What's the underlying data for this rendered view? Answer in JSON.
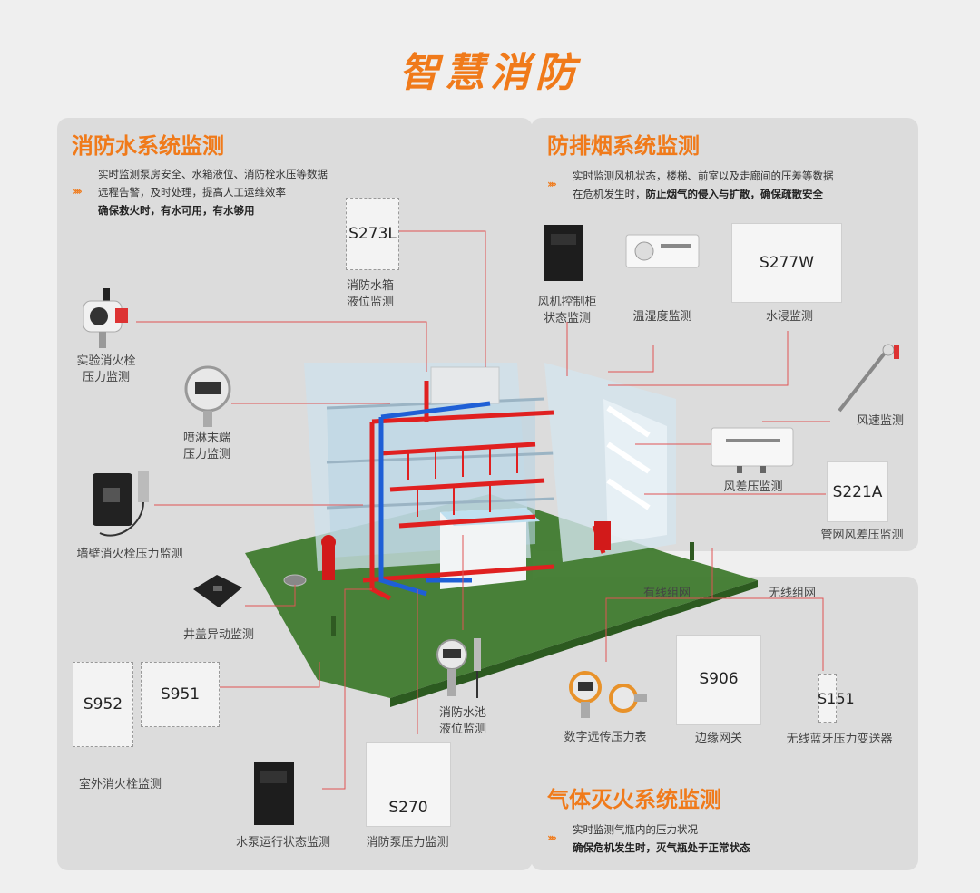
{
  "title": "智慧消防",
  "water": {
    "title": "消防水系统监测",
    "desc1": "实时监测泵房安全、水箱液位、消防栓水压等数据",
    "desc2": "远程告警，及时处理，提高人工运维效率",
    "desc3": "确保救火时，有水可用，有水够用"
  },
  "smoke": {
    "title": "防排烟系统监测",
    "desc1": "实时监测风机状态，楼梯、前室以及走廊间的压差等数据",
    "desc2a": "在危机发生时，",
    "desc2b": "防止烟气的侵入与扩散，确保疏散安全"
  },
  "gas": {
    "title": "气体灭火系统监测",
    "desc1": "实时监测气瓶内的压力状况",
    "desc2": "确保危机发生时，灭气瓶处于正常状态"
  },
  "models": {
    "s273l": "S273L",
    "s277w": "S277W",
    "s221a": "S221A",
    "s906": "S906",
    "s151": "S151",
    "s952": "S952",
    "s951": "S951",
    "s270": "S270"
  },
  "labels": {
    "tank_line1": "消防水箱",
    "tank_line2": "液位监测",
    "hydrant_test_1": "实验消火栓",
    "hydrant_test_2": "压力监测",
    "sprinkler_1": "喷淋末端",
    "sprinkler_2": "压力监测",
    "wall_hydrant": "墙壁消火栓压力监测",
    "manhole": "井盖异动监测",
    "outdoor_hydrant": "室外消火栓监测",
    "pool_1": "消防水池",
    "pool_2": "液位监测",
    "pump_status": "水泵运行状态监测",
    "pump_pressure": "消防泵压力监测",
    "fan_1": "风机控制柜",
    "fan_2": "状态监测",
    "temp_humidity": "温湿度监测",
    "water_immersion": "水浸监测",
    "wind_speed": "风速监测",
    "diff_pressure": "风差压监测",
    "pipe_diff": "管网风差压监测",
    "wired": "有线组网",
    "wireless": "无线组网",
    "digital_gauge": "数字远传压力表",
    "edge_gateway": "边缘网关",
    "bt_transmitter": "无线蓝牙压力变送器"
  },
  "colors": {
    "accent": "#f07a1a",
    "pipe_red": "#e02020",
    "pipe_blue": "#1f5fd6",
    "grass": "#3f7a2e"
  }
}
